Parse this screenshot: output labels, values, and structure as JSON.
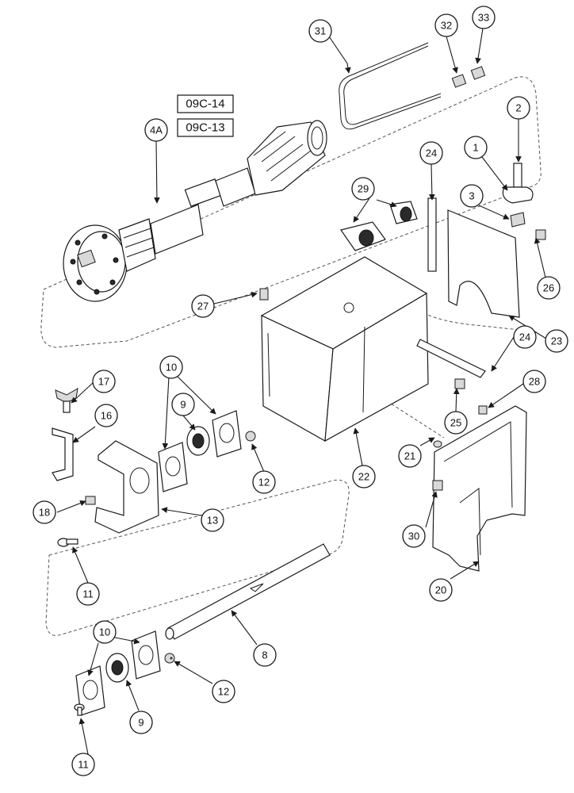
{
  "references": [
    "09C-14",
    "09C-13"
  ],
  "callouts": [
    "31",
    "32",
    "33",
    "2",
    "1",
    "3",
    "4A",
    "24",
    "29",
    "26",
    "27",
    "23",
    "10",
    "17",
    "9",
    "24",
    "28",
    "16",
    "12",
    "25",
    "22",
    "21",
    "18",
    "13",
    "30",
    "11",
    "20",
    "8",
    "10",
    "12",
    "9",
    "11"
  ]
}
